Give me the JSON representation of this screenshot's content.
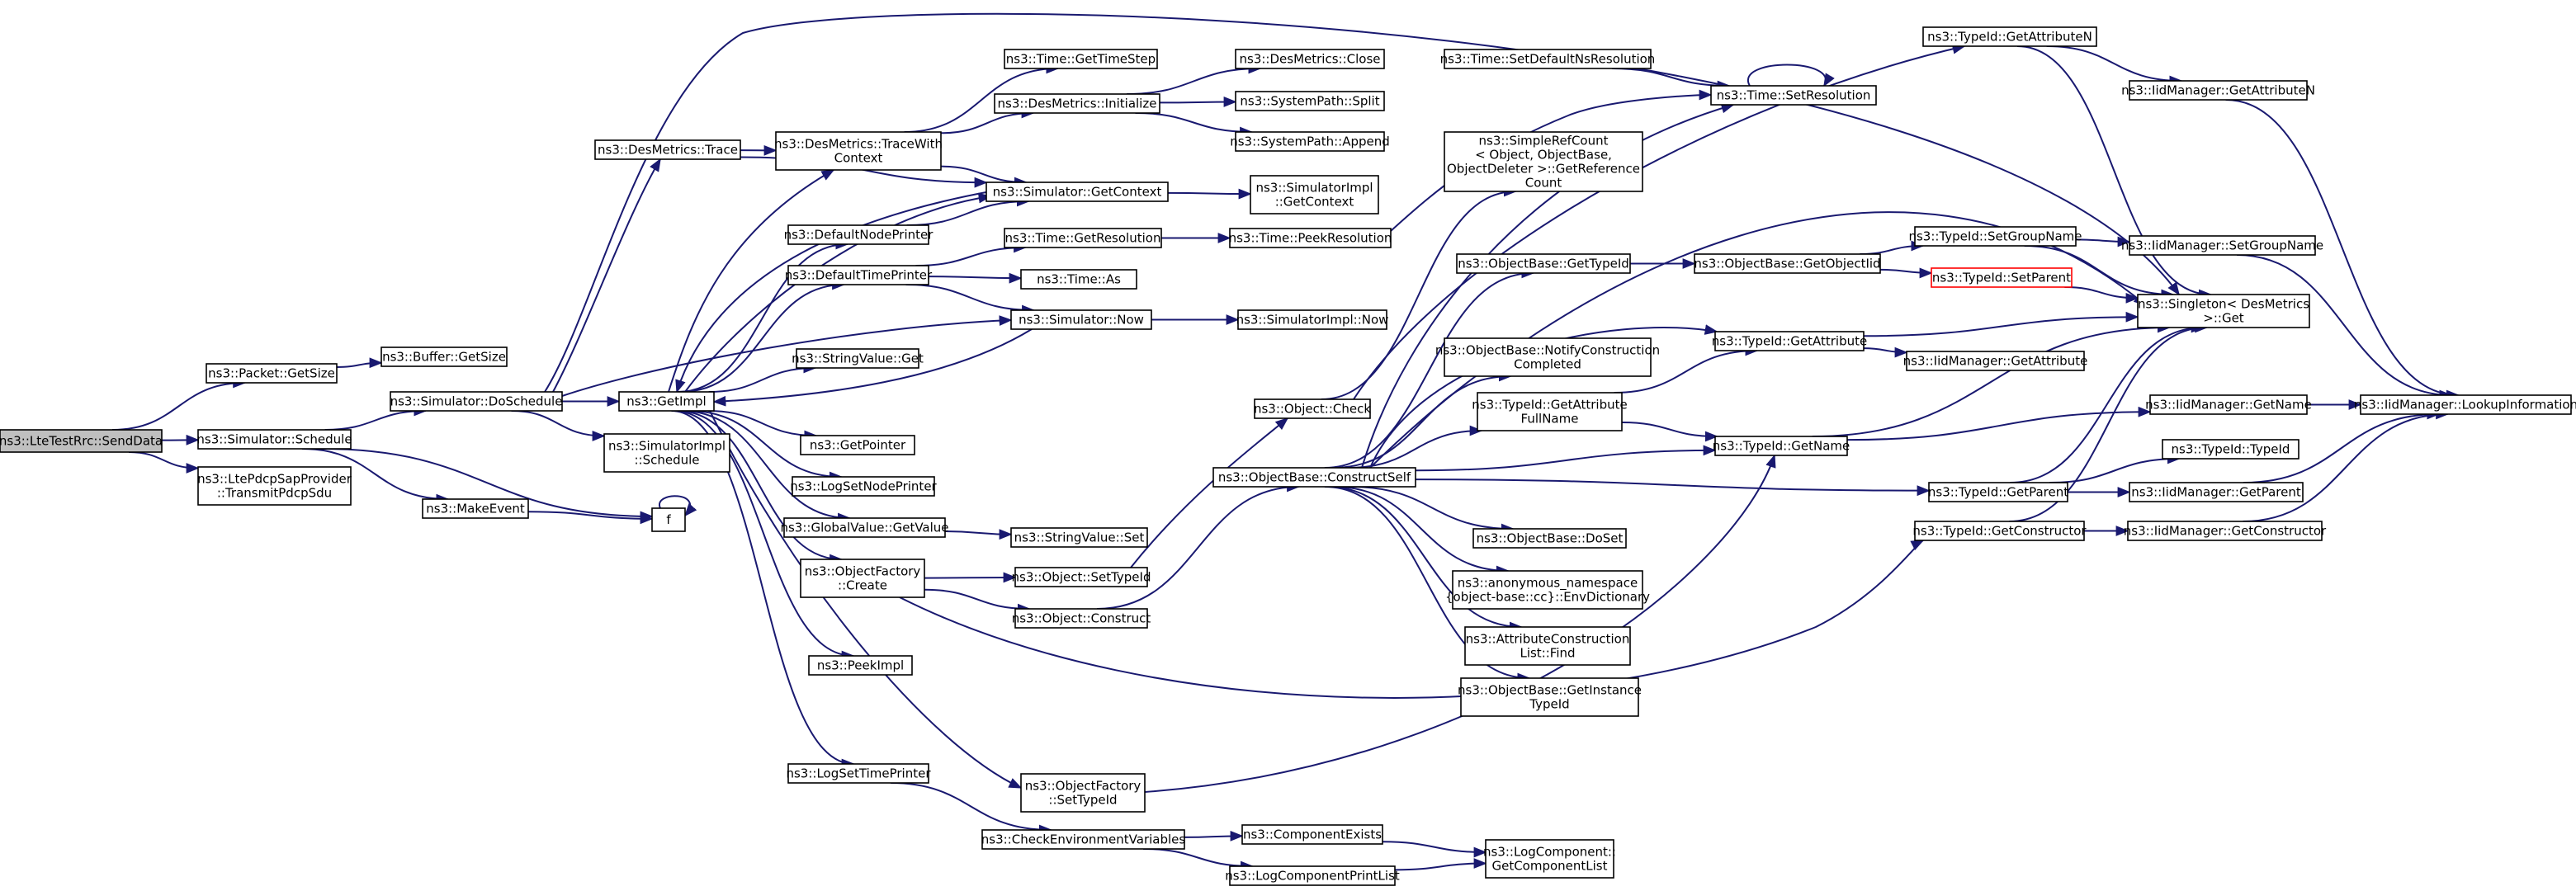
{
  "graph": {
    "nodes": [
      {
        "id": "sendData",
        "lines": [
          "ns3::LteTestRrc::SendData"
        ],
        "root": true
      },
      {
        "id": "packetGetSize",
        "lines": [
          "ns3::Packet::GetSize"
        ]
      },
      {
        "id": "bufferGetSize",
        "lines": [
          "ns3::Buffer::GetSize"
        ]
      },
      {
        "id": "simSchedule",
        "lines": [
          "ns3::Simulator::Schedule"
        ]
      },
      {
        "id": "transmitPdcpSdu",
        "lines": [
          "ns3::LtePdcpSapProvider",
          "::TransmitPdcpSdu"
        ]
      },
      {
        "id": "doSchedule",
        "lines": [
          "ns3::Simulator::DoSchedule"
        ]
      },
      {
        "id": "makeEvent",
        "lines": [
          "ns3::MakeEvent"
        ]
      },
      {
        "id": "f",
        "lines": [
          "f"
        ]
      },
      {
        "id": "desTrace",
        "lines": [
          "ns3::DesMetrics::Trace"
        ]
      },
      {
        "id": "getImpl",
        "lines": [
          "ns3::GetImpl"
        ]
      },
      {
        "id": "simImplSchedule",
        "lines": [
          "ns3::SimulatorImpl",
          "::Schedule"
        ]
      },
      {
        "id": "traceWithContext",
        "lines": [
          "ns3::DesMetrics::TraceWith",
          "Context"
        ]
      },
      {
        "id": "defaultNodePrinter",
        "lines": [
          "ns3::DefaultNodePrinter"
        ]
      },
      {
        "id": "defaultTimePrinter",
        "lines": [
          "ns3::DefaultTimePrinter"
        ]
      },
      {
        "id": "stringValueGet",
        "lines": [
          "ns3::StringValue::Get"
        ]
      },
      {
        "id": "getPointer",
        "lines": [
          "ns3::GetPointer"
        ]
      },
      {
        "id": "logSetNodePrinter",
        "lines": [
          "ns3::LogSetNodePrinter"
        ]
      },
      {
        "id": "globalValueGetValue",
        "lines": [
          "ns3::GlobalValue::GetValue"
        ]
      },
      {
        "id": "objectFactoryCreate",
        "lines": [
          "ns3::ObjectFactory",
          "::Create"
        ]
      },
      {
        "id": "peekImpl",
        "lines": [
          "ns3::PeekImpl"
        ]
      },
      {
        "id": "logSetTimePrinter",
        "lines": [
          "ns3::LogSetTimePrinter"
        ]
      },
      {
        "id": "timeGetTimeStep",
        "lines": [
          "ns3::Time::GetTimeStep"
        ]
      },
      {
        "id": "desInitialize",
        "lines": [
          "ns3::DesMetrics::Initialize"
        ]
      },
      {
        "id": "simGetContext",
        "lines": [
          "ns3::Simulator::GetContext"
        ]
      },
      {
        "id": "timeGetResolution",
        "lines": [
          "ns3::Time::GetResolution"
        ]
      },
      {
        "id": "timeAs",
        "lines": [
          "ns3::Time::As"
        ]
      },
      {
        "id": "simNow",
        "lines": [
          "ns3::Simulator::Now"
        ]
      },
      {
        "id": "stringValueSet",
        "lines": [
          "ns3::StringValue::Set"
        ]
      },
      {
        "id": "objectSetTypeId",
        "lines": [
          "ns3::Object::SetTypeId"
        ]
      },
      {
        "id": "objectConstruct",
        "lines": [
          "ns3::Object::Construct"
        ]
      },
      {
        "id": "objectFactorySetTypeId",
        "lines": [
          "ns3::ObjectFactory",
          "::SetTypeId"
        ]
      },
      {
        "id": "checkEnvVars",
        "lines": [
          "ns3::CheckEnvironmentVariables"
        ]
      },
      {
        "id": "desClose",
        "lines": [
          "ns3::DesMetrics::Close"
        ]
      },
      {
        "id": "systemPathSplit",
        "lines": [
          "ns3::SystemPath::Split"
        ]
      },
      {
        "id": "systemPathAppend",
        "lines": [
          "ns3::SystemPath::Append"
        ]
      },
      {
        "id": "simImplGetContext",
        "lines": [
          "ns3::SimulatorImpl",
          "::GetContext"
        ]
      },
      {
        "id": "timePeekResolution",
        "lines": [
          "ns3::Time::PeekResolution"
        ]
      },
      {
        "id": "simImplNow",
        "lines": [
          "ns3::SimulatorImpl::Now"
        ]
      },
      {
        "id": "objectCheck",
        "lines": [
          "ns3::Object::Check"
        ]
      },
      {
        "id": "constructSelf",
        "lines": [
          "ns3::ObjectBase::ConstructSelf"
        ]
      },
      {
        "id": "componentExists",
        "lines": [
          "ns3::ComponentExists"
        ]
      },
      {
        "id": "logComponentPrintList",
        "lines": [
          "ns3::LogComponentPrintList"
        ]
      },
      {
        "id": "timeSetDefaultNsResolution",
        "lines": [
          "ns3::Time::SetDefaultNsResolution"
        ]
      },
      {
        "id": "simpleRefCount",
        "lines": [
          "ns3::SimpleRefCount",
          "< Object, ObjectBase,",
          "ObjectDeleter >::GetReference",
          "Count"
        ]
      },
      {
        "id": "objectBaseGetTypeId",
        "lines": [
          "ns3::ObjectBase::GetTypeId"
        ]
      },
      {
        "id": "notifyConstructionCompleted",
        "lines": [
          "ns3::ObjectBase::NotifyConstruction",
          "Completed"
        ]
      },
      {
        "id": "typeIdGetAttributeFullName",
        "lines": [
          "ns3::TypeId::GetAttribute",
          "FullName"
        ]
      },
      {
        "id": "objectBaseDoSet",
        "lines": [
          "ns3::ObjectBase::DoSet"
        ]
      },
      {
        "id": "envDictionary",
        "lines": [
          "ns3::anonymous_namespace",
          "{object-base::cc}::EnvDictionary"
        ]
      },
      {
        "id": "attrConstructionListFind",
        "lines": [
          "ns3::AttributeConstruction",
          "List::Find"
        ]
      },
      {
        "id": "getInstanceTypeId",
        "lines": [
          "ns3::ObjectBase::GetInstance",
          "TypeId"
        ]
      },
      {
        "id": "logComponentGetList",
        "lines": [
          "ns3::LogComponent::",
          "GetComponentList"
        ]
      },
      {
        "id": "timeSetResolution",
        "lines": [
          "ns3::Time::SetResolution"
        ]
      },
      {
        "id": "objectBaseGetObjectIid",
        "lines": [
          "ns3::ObjectBase::GetObjectIid"
        ]
      },
      {
        "id": "typeIdGetAttribute",
        "lines": [
          "ns3::TypeId::GetAttribute"
        ]
      },
      {
        "id": "typeIdGetName",
        "lines": [
          "ns3::TypeId::GetName"
        ]
      },
      {
        "id": "typeIdGetAttributeN",
        "lines": [
          "ns3::TypeId::GetAttributeN"
        ]
      },
      {
        "id": "typeIdSetGroupName",
        "lines": [
          "ns3::TypeId::SetGroupName"
        ]
      },
      {
        "id": "typeIdSetParent",
        "lines": [
          "ns3::TypeId::SetParent"
        ],
        "red": true
      },
      {
        "id": "iidGetAttribute",
        "lines": [
          "ns3::IidManager::GetAttribute"
        ]
      },
      {
        "id": "typeIdGetParent",
        "lines": [
          "ns3::TypeId::GetParent"
        ]
      },
      {
        "id": "typeIdGetConstructor",
        "lines": [
          "ns3::TypeId::GetConstructor"
        ]
      },
      {
        "id": "iidGetAttributeN",
        "lines": [
          "ns3::IidManager::GetAttributeN"
        ]
      },
      {
        "id": "iidSetGroupName",
        "lines": [
          "ns3::IidManager::SetGroupName"
        ]
      },
      {
        "id": "singletonGet",
        "lines": [
          "ns3::Singleton< DesMetrics",
          ">::Get"
        ]
      },
      {
        "id": "iidGetName",
        "lines": [
          "ns3::IidManager::GetName"
        ]
      },
      {
        "id": "typeIdTypeId",
        "lines": [
          "ns3::TypeId::TypeId"
        ]
      },
      {
        "id": "iidGetParent",
        "lines": [
          "ns3::IidManager::GetParent"
        ]
      },
      {
        "id": "iidGetConstructor",
        "lines": [
          "ns3::IidManager::GetConstructor"
        ]
      },
      {
        "id": "iidLookupInformation",
        "lines": [
          "ns3::IidManager::LookupInformation"
        ]
      }
    ]
  }
}
